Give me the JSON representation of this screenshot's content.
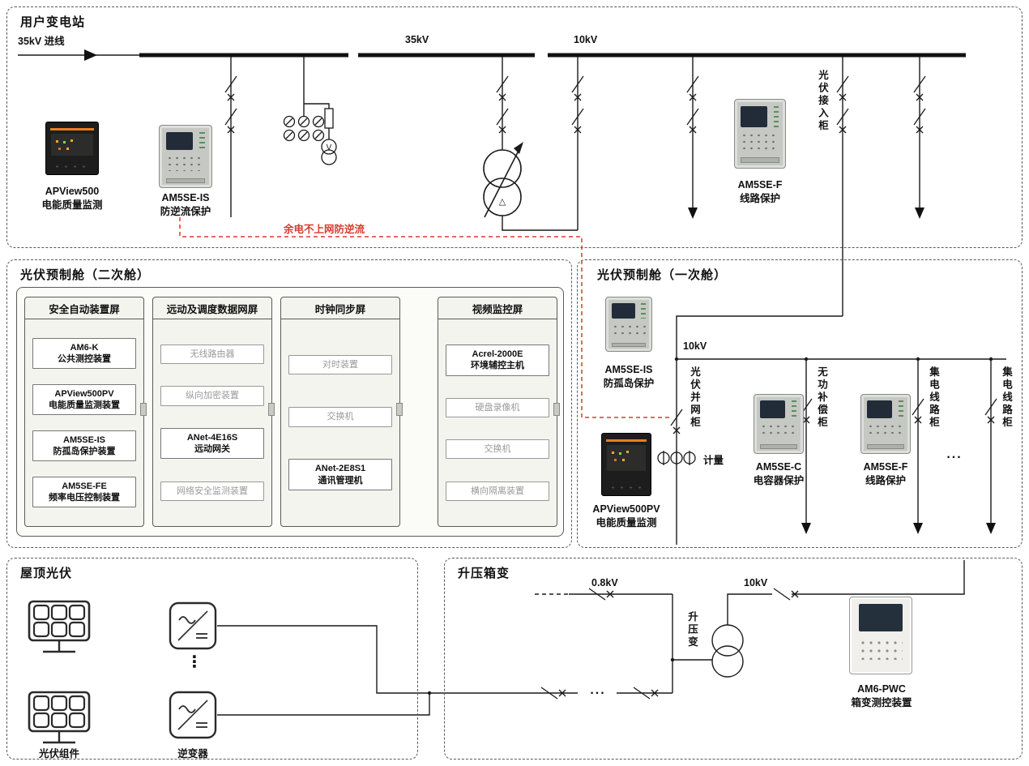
{
  "substation": {
    "title": "用户变电站",
    "incoming_label": "35kV 进线",
    "bus35_label": "35kV",
    "bus10_label": "10kV",
    "pv_access_cabinet": "光伏接入柜",
    "anti_backflow_note": "余电不上网防逆流",
    "apview500": {
      "model": "APView500",
      "desc": "电能质量监测"
    },
    "am5se_is": {
      "model": "AM5SE-IS",
      "desc": "防逆流保护"
    },
    "am5se_f": {
      "model": "AM5SE-F",
      "desc": "线路保护"
    }
  },
  "secondary_cabin": {
    "title": "光伏预制舱（二次舱）",
    "panels": [
      {
        "header": "安全自动装置屏",
        "items": [
          {
            "l1": "AM6-K",
            "l2": "公共测控装置"
          },
          {
            "l1": "APView500PV",
            "l2": "电能质量监测装置"
          },
          {
            "l1": "AM5SE-IS",
            "l2": "防孤岛保护装置"
          },
          {
            "l1": "AM5SE-FE",
            "l2": "频率电压控制装置"
          }
        ]
      },
      {
        "header": "远动及调度数据网屏",
        "items": [
          {
            "l1": "无线路由器"
          },
          {
            "l1": "纵向加密装置"
          },
          {
            "l1": "ANet-4E16S",
            "l2": "远动网关"
          },
          {
            "l1": "网络安全监测装置"
          }
        ]
      },
      {
        "header": "时钟同步屏",
        "items": [
          {
            "l1": "对时装置"
          },
          {
            "l1": "交换机"
          },
          {
            "l1": "ANet-2E8S1",
            "l2": "通讯管理机"
          }
        ]
      },
      {
        "header": "视频监控屏",
        "items": [
          {
            "l1": "Acrel-2000E",
            "l2": "环境辅控主机"
          },
          {
            "l1": "硬盘录像机"
          },
          {
            "l1": "交换机"
          },
          {
            "l1": "横向隔离装置"
          }
        ]
      }
    ]
  },
  "primary_cabin": {
    "title": "光伏预制舱（一次舱）",
    "bus10_label": "10kV",
    "am5se_is": {
      "model": "AM5SE-IS",
      "desc": "防孤岛保护"
    },
    "apview": {
      "model": "APView500PV",
      "desc": "电能质量监测"
    },
    "am5se_c": {
      "model": "AM5SE-C",
      "desc": "电容器保护"
    },
    "am5se_f": {
      "model": "AM5SE-F",
      "desc": "线路保护"
    },
    "grid_cabinet": "光伏并网柜",
    "metering": "计量",
    "reactive_cabinet": "无功补偿柜",
    "collector_cabinet1": "集电线路柜",
    "collector_cabinet2": "集电线路柜",
    "more": "..."
  },
  "rooftop_pv": {
    "title": "屋顶光伏",
    "pv_module": "光伏组件",
    "inverter": "逆变器",
    "more": "⋮"
  },
  "boost_box": {
    "title": "升压箱变",
    "lv_label": "0.8kV",
    "hv_label": "10kV",
    "transformer_label": "升压变",
    "more": "...",
    "am6_pwc": {
      "model": "AM6-PWC",
      "desc": "箱变测控装置"
    }
  }
}
